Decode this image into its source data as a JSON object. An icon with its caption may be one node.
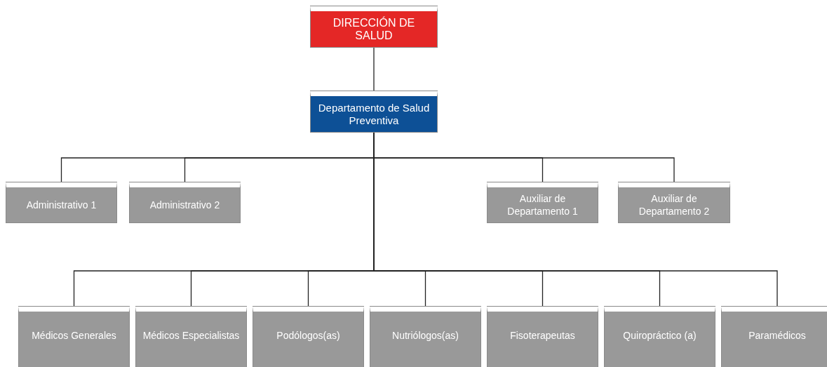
{
  "diagram": {
    "nodes": [
      {
        "text": [
          "DIRECCIÓN DE SALUD"
        ]
      },
      {
        "text": [
          "Departamento de Salud Preventiva"
        ]
      },
      {
        "text": [
          "Administrativo 1"
        ]
      },
      {
        "text": [
          "Administrativo 2"
        ]
      },
      {
        "text": [
          "Auxiliar de Departamento 1"
        ]
      },
      {
        "text": [
          "Auxiliar de Departamento 2"
        ]
      },
      {
        "text": [
          "Médicos Generales"
        ]
      },
      {
        "text": [
          "Médicos Especialistas"
        ]
      },
      {
        "text": [
          "Podólogos(as)"
        ]
      },
      {
        "text": [
          "Nutriólogos(as)"
        ]
      },
      {
        "text": [
          "Fisoterapeutas"
        ]
      },
      {
        "text": [
          "Quiropráctico (a)"
        ]
      },
      {
        "text": [
          "Paramédicos"
        ]
      }
    ],
    "edges": [
      {
        "from": 0,
        "to": 1,
        "arrow": "none"
      },
      {
        "from": 1,
        "to": 2,
        "arrow": "none"
      },
      {
        "from": 1,
        "to": 3,
        "arrow": "none"
      },
      {
        "from": 1,
        "to": 4,
        "arrow": "none"
      },
      {
        "from": 1,
        "to": 5,
        "arrow": "none"
      },
      {
        "from": 1,
        "to": 6,
        "arrow": "none"
      },
      {
        "from": 1,
        "to": 7,
        "arrow": "none"
      },
      {
        "from": 1,
        "to": 8,
        "arrow": "none"
      },
      {
        "from": 1,
        "to": 9,
        "arrow": "none"
      },
      {
        "from": 1,
        "to": 10,
        "arrow": "none"
      },
      {
        "from": 1,
        "to": 11,
        "arrow": "none"
      },
      {
        "from": 1,
        "to": 12,
        "arrow": "none"
      }
    ]
  }
}
